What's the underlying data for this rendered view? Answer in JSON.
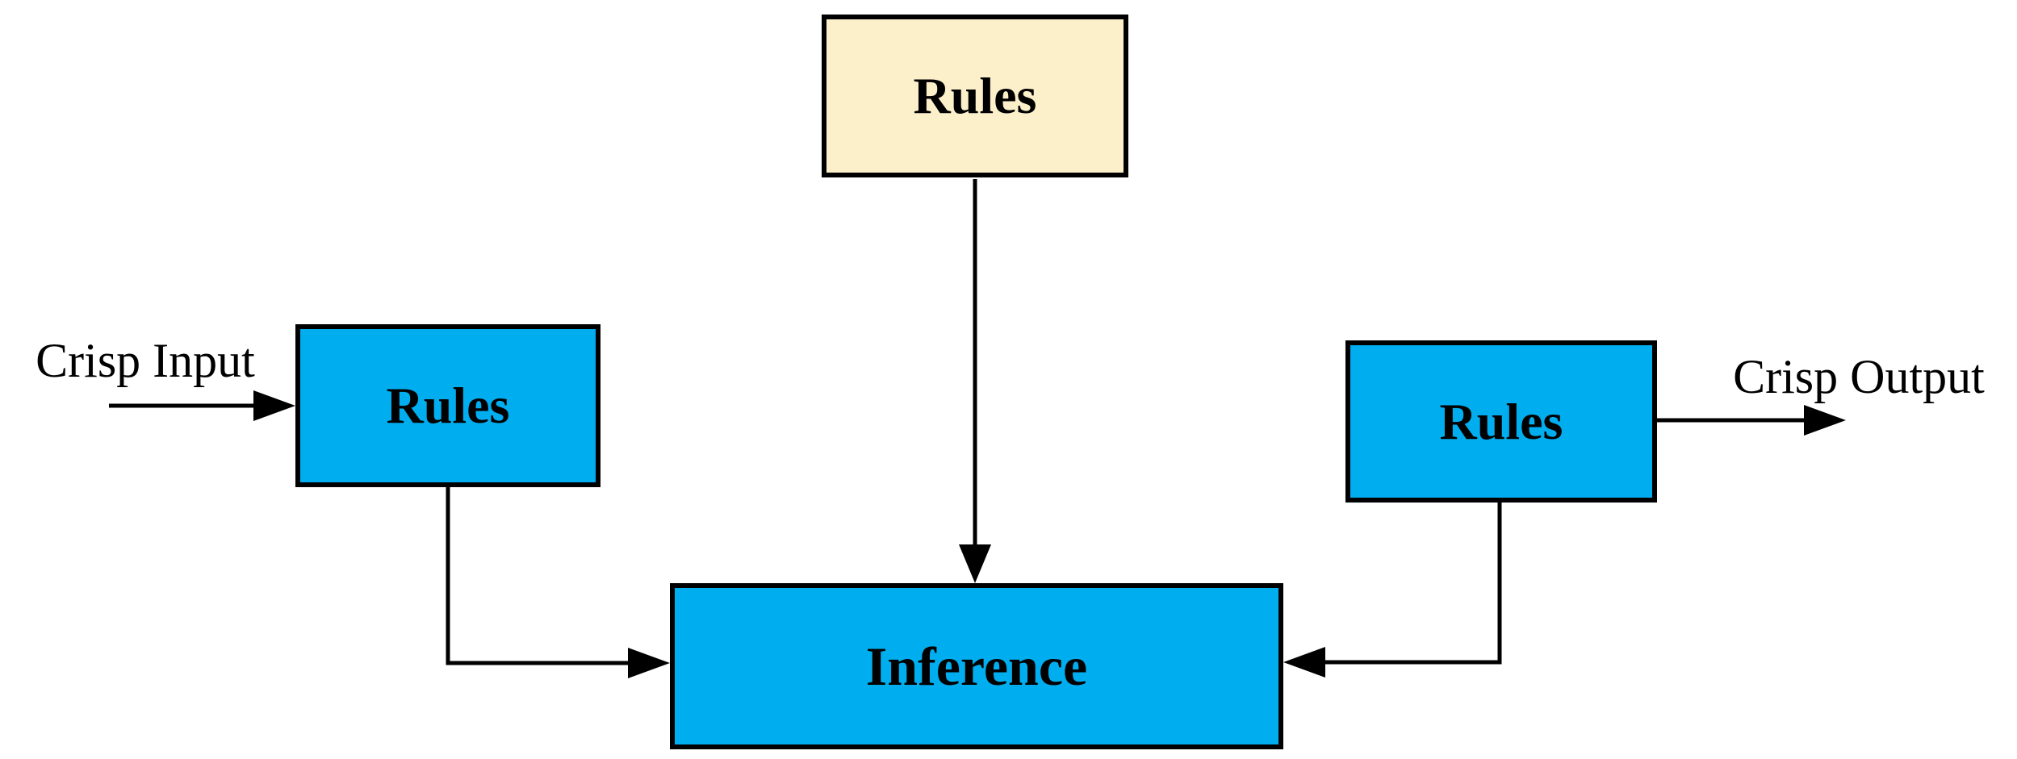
{
  "diagram": {
    "nodes": {
      "top_box": {
        "label": "Rules",
        "fill": "cream"
      },
      "left_box": {
        "label": "Rules",
        "fill": "blue"
      },
      "right_box": {
        "label": "Rules",
        "fill": "blue"
      },
      "center_box": {
        "label": "Inference",
        "fill": "blue"
      }
    },
    "labels": {
      "input": "Crisp Input",
      "output": "Crisp Output"
    },
    "edges": [
      {
        "from": "crisp_input",
        "to": "left_box",
        "style": "straight-right-arrow"
      },
      {
        "from": "top_box",
        "to": "center_box",
        "style": "straight-down-arrow"
      },
      {
        "from": "left_box",
        "to": "center_box",
        "style": "elbow-down-right-arrow"
      },
      {
        "from": "right_box",
        "to": "center_box",
        "style": "elbow-down-left-arrow"
      },
      {
        "from": "right_box",
        "to": "crisp_output",
        "style": "straight-right-arrow"
      }
    ],
    "colors": {
      "node_blue": "#00AEEF",
      "node_cream": "#FCF0CB",
      "line": "#000000",
      "background": "#FFFFFF"
    }
  }
}
